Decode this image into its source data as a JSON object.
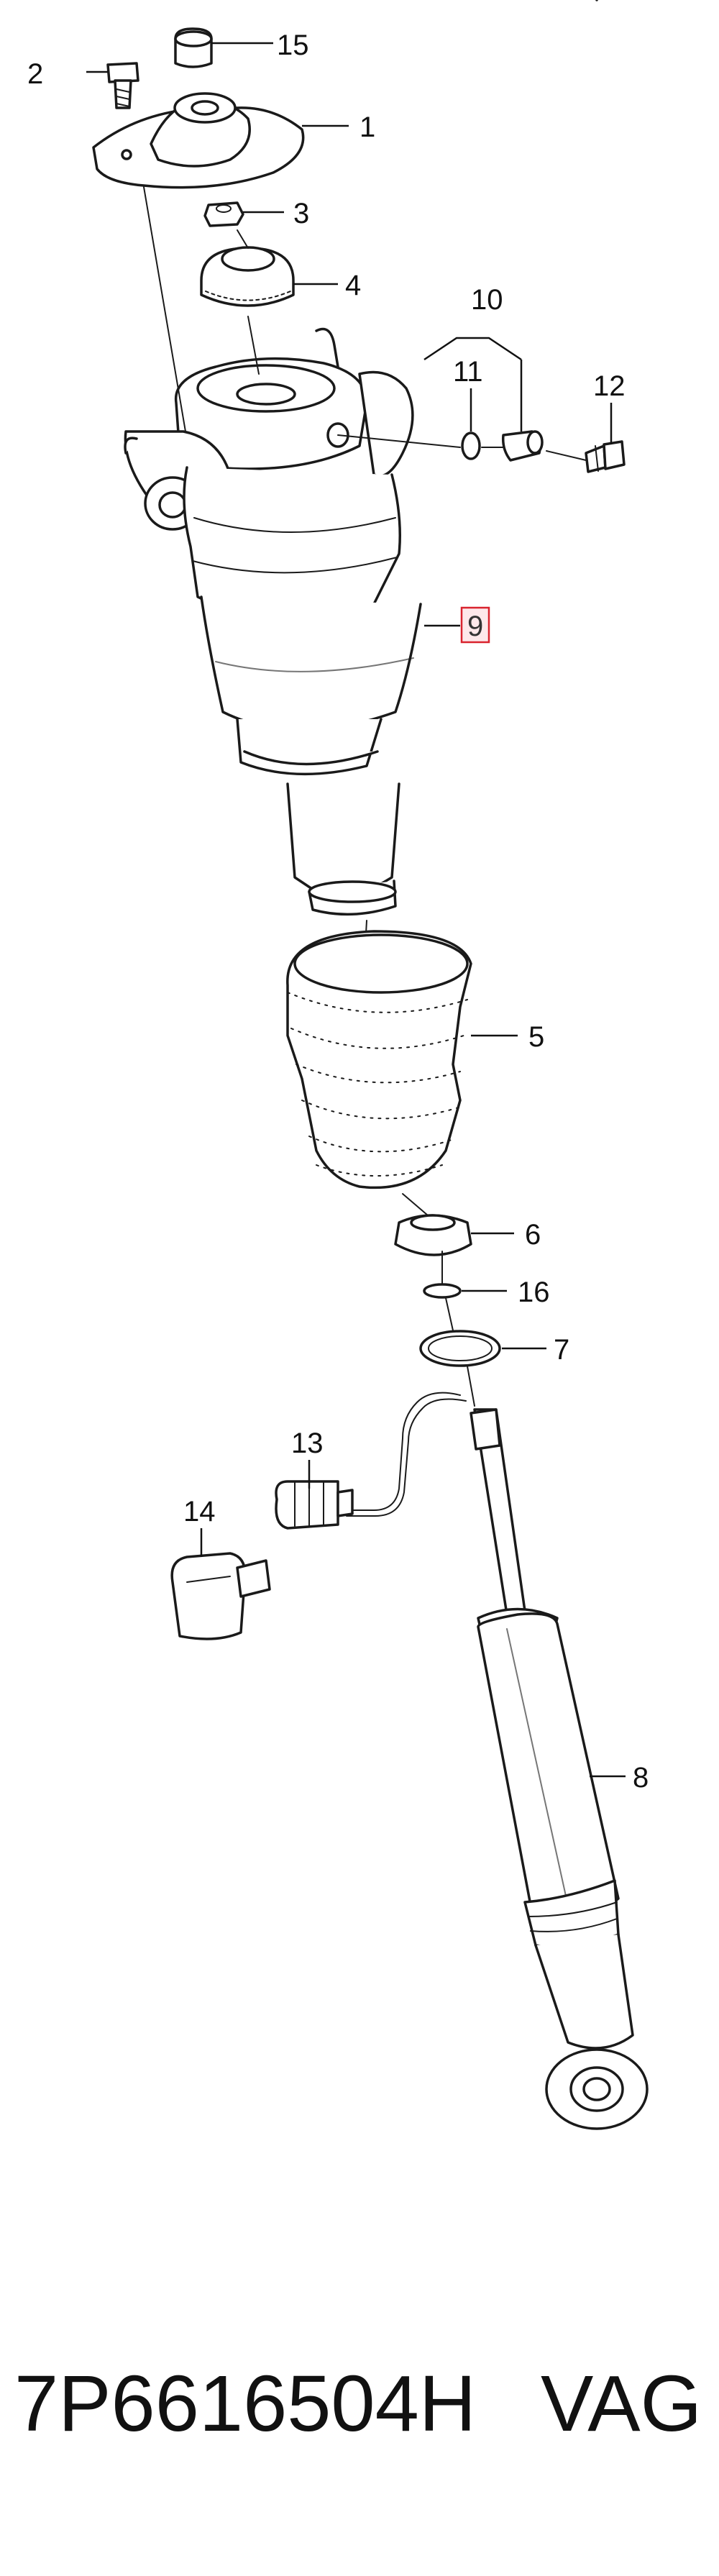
{
  "labels": {
    "p1": "1",
    "p2": "2",
    "p3": "3",
    "p4": "4",
    "p5": "5",
    "p6": "6",
    "p7": "7",
    "p8": "8",
    "p9": "9",
    "p10": "10",
    "p11": "11",
    "p12": "12",
    "p13": "13",
    "p14": "14",
    "p15": "15",
    "p16": "16"
  },
  "highlight_color": "#d9232e",
  "footer": {
    "part_number": "7P6616504H",
    "brand": "VAG"
  }
}
